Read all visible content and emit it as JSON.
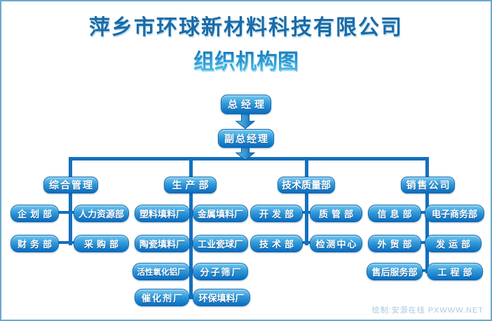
{
  "header": {
    "company": "萍乡市环球新材料科技有限公司",
    "chart_title": "组织机构图"
  },
  "org": {
    "root": {
      "label": "总经理"
    },
    "deputy": {
      "label": "副总经理"
    },
    "groups": [
      {
        "label": "综合管理",
        "children": [
          "企划部",
          "人力资源部",
          "财务部",
          "采购部"
        ]
      },
      {
        "label": "生产部",
        "children": [
          "塑料填料厂",
          "金属填料厂",
          "陶瓷填料厂",
          "工业瓷球厂",
          "活性氧化铝厂",
          "分子筛厂",
          "催化剂厂",
          "环保填料厂"
        ]
      },
      {
        "label": "技术质量部",
        "children": [
          "开发部",
          "质管部",
          "技术部",
          "检测中心"
        ]
      },
      {
        "label": "销售公司",
        "children": [
          "信息部",
          "电子商务部",
          "外贸部",
          "发运部",
          "售后服务部",
          "工程部"
        ]
      }
    ]
  },
  "footer": {
    "credit": "绘制:安源在线 PXWWW.NET"
  },
  "colors": {
    "title_text": "#1a6ba6",
    "subtitle_gradient_top": "#0e6dad",
    "subtitle_gradient_bottom": "#52c4ee",
    "connector": "#1470bd",
    "node_gradient_top": "#74c9ef",
    "node_gradient_bottom": "#0a6cbe",
    "node_border": "#0f67ad",
    "node_text": "#ffffff",
    "page_border": "#6aaacd",
    "watermark_text": "#a9c9e2"
  }
}
